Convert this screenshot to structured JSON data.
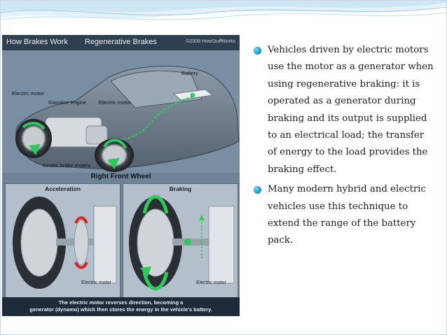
{
  "illustration": {
    "header_title": "How Brakes Work",
    "header_subtitle": "Regenerative Brakes",
    "copyright": "©2008 HowStuffWorks",
    "labels": {
      "battery": "Battery",
      "electric_motor_left": "Electric motor",
      "gasoline_engine": "Gasoline engine",
      "electric_motor_center": "Electric motor",
      "kinetic": "Kinetic brake engery"
    },
    "wheel_title": "Right Front Wheel",
    "acceleration": {
      "title": "Acceleration",
      "motor_label": "Electric motor"
    },
    "braking": {
      "title": "Braking",
      "motor_label": "Electric motor"
    },
    "caption_line1": "The electric motor reverses direction, becoming a",
    "caption_line2": "generator (dynamo) which then stores the energy in the vehicle's battery."
  },
  "bullets": [
    "Vehicles driven by electric motors use the motor as a generator when using regenerative braking: it is operated as a generator during braking and its output is supplied to an electrical load; the transfer of energy to the load provides the braking effect.",
    "Many modern hybrid and electric vehicles use this technique to extend the range of the battery pack."
  ],
  "colors": {
    "accent": "#1e9bd0",
    "green_arrow": "#2fc85a",
    "red_arrow": "#d8262b"
  }
}
